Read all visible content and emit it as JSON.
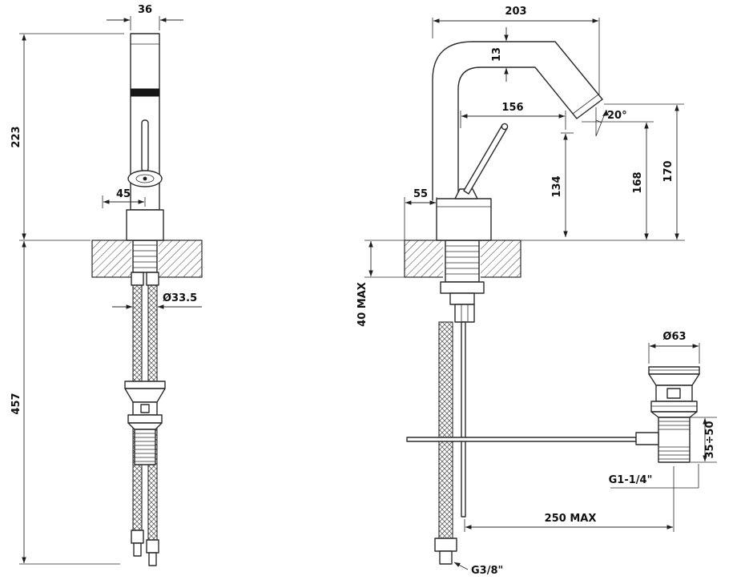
{
  "front_view": {
    "dim_spout_width": "36",
    "dim_height_above_deck": "223",
    "dim_handle_offset": "45",
    "dim_hole_diameter": "Ø33.5",
    "dim_height_below_deck": "457"
  },
  "side_view": {
    "dim_total_projection": "203",
    "dim_spout_detail": "13",
    "dim_spout_reach": "156",
    "dim_spout_angle": "20°",
    "dim_body_offset": "55",
    "dim_outlet_height": "134",
    "dim_aerator_height": "168",
    "dim_tip_height": "170",
    "dim_deck_thickness": "40  MAX",
    "dim_hose_thread": "G3/8\""
  },
  "waste_detail": {
    "dim_flange_diameter": "Ø63",
    "dim_adjust_range": "35÷50",
    "dim_waste_thread": "G1-1/4\"",
    "dim_rod_reach": "250  MAX"
  }
}
